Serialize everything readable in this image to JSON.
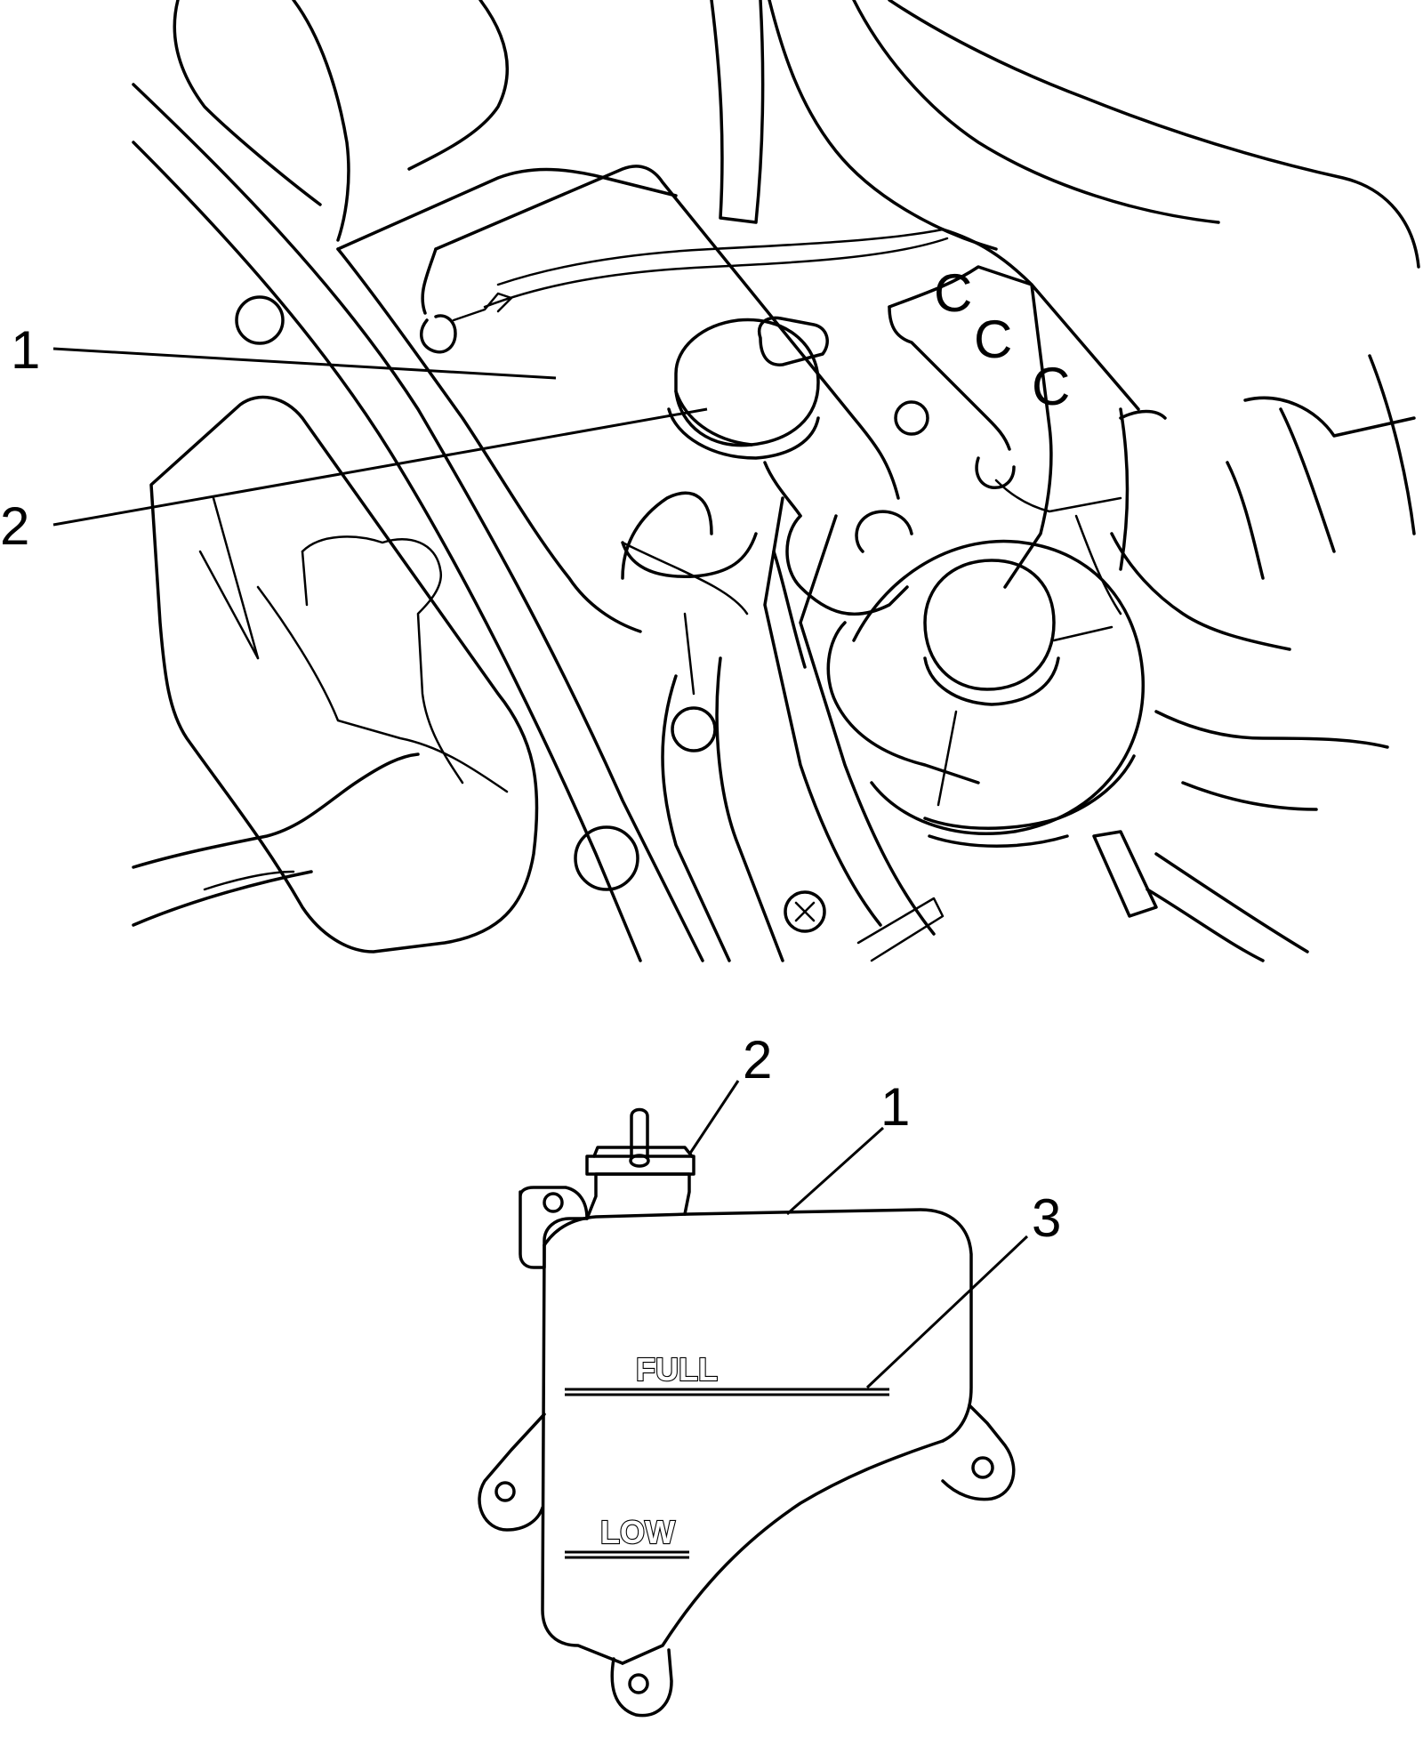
{
  "engine_view": {
    "callouts": [
      {
        "id": "1",
        "label": "1"
      },
      {
        "id": "2",
        "label": "2"
      }
    ]
  },
  "reservoir_view": {
    "callouts": [
      {
        "id": "2",
        "label": "2"
      },
      {
        "id": "1",
        "label": "1"
      },
      {
        "id": "3",
        "label": "3"
      }
    ],
    "level_marks": {
      "full": "FULL",
      "low": "LOW"
    }
  },
  "bracket_marks": [
    "C",
    "C",
    "C"
  ]
}
